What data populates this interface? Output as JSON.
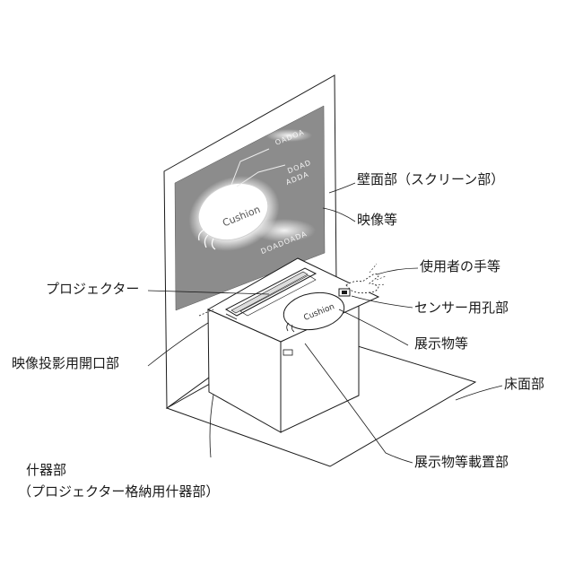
{
  "labels": {
    "wall_screen": "壁面部（スクリーン部）",
    "video": "映像等",
    "user_hand": "使用者の手等",
    "projector": "プロジェクター",
    "sensor_hole": "センサー用孔部",
    "exhibit": "展示物等",
    "projection_opening": "映像投影用開口部",
    "floor": "床面部",
    "exhibit_platform": "展示物等載置部",
    "fixture_line1": "什器部",
    "fixture_line2": "（プロジェクター格納用什器部）"
  },
  "screen_content": {
    "object_word": "Cushion",
    "code_top": "OADOA",
    "code_mid1": "DOAD",
    "code_mid2": "ADDA",
    "code_bottom": "DOADOADA",
    "exhibit_word": "Cushion"
  },
  "colors": {
    "line": "#1a1a1a",
    "screen_fill": "#8c8c8c",
    "glow": "#ffffff"
  }
}
